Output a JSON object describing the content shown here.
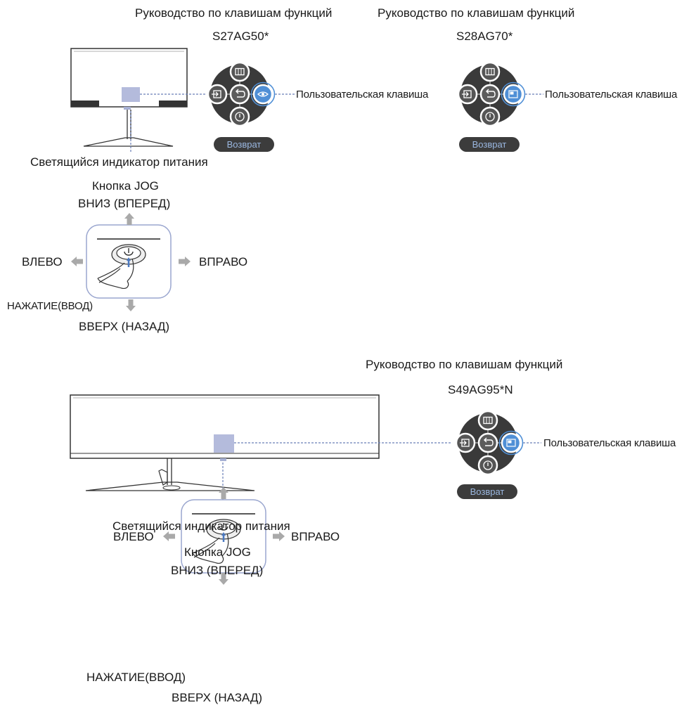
{
  "colors": {
    "indicator": "#b4bbdc",
    "dashed_line": "#6a7fb8",
    "arrow": "#a9a9a9",
    "pad_outline": "#9aa6cf",
    "highlight_ring": "#4f8fd6"
  },
  "top": {
    "guide_left": {
      "heading": "Руководство по клавишам функций",
      "model": "S27AG50*",
      "custom_key_label": "Пользовательская клавиша",
      "return_label": "Возврат",
      "custom_key_icon": "eye-icon"
    },
    "guide_right": {
      "heading": "Руководство по клавишам функций",
      "model": "S28AG70*",
      "custom_key_label": "Пользовательская клавиша",
      "return_label": "Возврат",
      "custom_key_icon": "picture-icon"
    },
    "power_indicator_label": "Светящийся индикатор питания",
    "jog": {
      "title": "Кнопка JOG",
      "up": "ВНИЗ (ВПЕРЕД)",
      "left": "ВЛЕВО",
      "right": "ВПРАВО",
      "press": "НАЖАТИЕ(ВВОД)",
      "down": "ВВЕРХ (НАЗАД)"
    }
  },
  "bottom": {
    "guide": {
      "heading": "Руководство по клавишам функций",
      "model": "S49AG95*N",
      "custom_key_label": "Пользовательская клавиша",
      "return_label": "Возврат",
      "custom_key_icon": "picture-icon"
    },
    "power_indicator_label": "Светящийся индикатор питания",
    "jog": {
      "title": "Кнопка JOG",
      "up": "ВНИЗ (ВПЕРЕД)",
      "left": "ВЛЕВО",
      "right": "ВПРАВО",
      "press": "НАЖАТИЕ(ВВОД)",
      "down": "ВВЕРХ (НАЗАД)"
    }
  }
}
